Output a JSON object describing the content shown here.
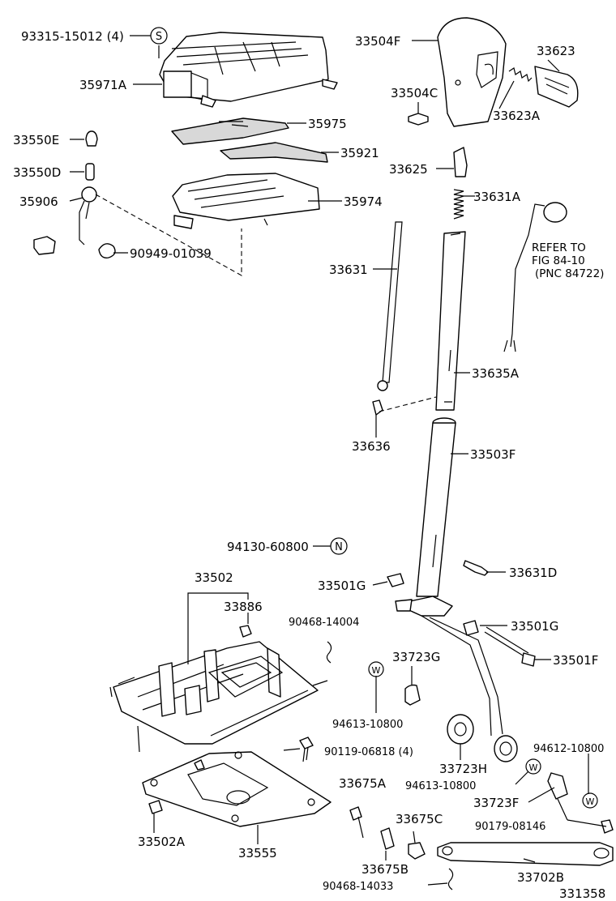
{
  "labels": {
    "p93315": "93315-15012 (4)",
    "p35971A": "35971A",
    "p35975": "35975",
    "p33550E": "33550E",
    "p35921": "35921",
    "p33550D": "33550D",
    "p35906": "35906",
    "p35974": "35974",
    "p90949": "90949-01039",
    "p33504F": "33504F",
    "p33623": "33623",
    "p33504C": "33504C",
    "p33623A": "33623A",
    "p33625": "33625",
    "p33631A": "33631A",
    "p33631": "33631",
    "p33635A": "33635A",
    "p33636": "33636",
    "p33503F": "33503F",
    "p94130": "94130-60800",
    "p33631D": "33631D",
    "p33502": "33502",
    "p33501G_a": "33501G",
    "p33886": "33886",
    "p90468_14004": "90468-14004",
    "p33501G_b": "33501G",
    "p33723G": "33723G",
    "p33501F": "33501F",
    "p94613_a": "94613-10800",
    "p90119": "90119-06818 (4)",
    "p33723H": "33723H",
    "p94612": "94612-10800",
    "p94613_b": "94613-10800",
    "p33675A": "33675A",
    "p33723F": "33723F",
    "p90179": "90179-08146",
    "p33502A": "33502A",
    "p33675C": "33675C",
    "p33555": "33555",
    "p33675B": "33675B",
    "p33702B": "33702B",
    "p90468_14033": "90468-14033",
    "fig_id": "331358"
  },
  "note": {
    "line1": "REFER TO",
    "line2": "FIG 84-10",
    "line3": "(PNC 84722)"
  },
  "symbols": {
    "s": "S",
    "n": "N",
    "w": "W"
  }
}
